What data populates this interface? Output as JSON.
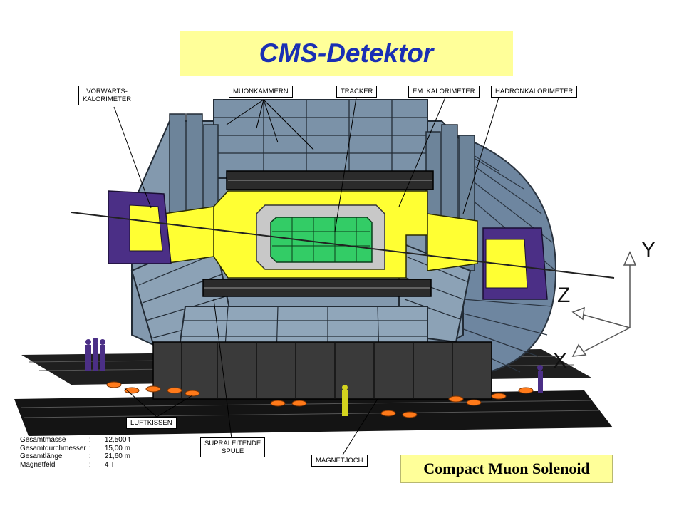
{
  "title": "CMS-Detektor",
  "subtitle": "Compact Muon Solenoid",
  "callouts": {
    "forward_calorimeter": [
      "VORWÄRTS-",
      "KALORIMETER"
    ],
    "muon_chambers": "MÜONKAMMERN",
    "tracker": "TRACKER",
    "em_calorimeter": "EM. KALORIMETER",
    "hadron_calorimeter": "HADRONKALORIMETER",
    "air_cushions": "LUFTKISSEN",
    "superconducting_coil": [
      "SUPRALEITENDE",
      "SPULE"
    ],
    "magnet_yoke": "MAGNETJOCH"
  },
  "specs": [
    {
      "label": "Gesamtmasse",
      "sep": ":",
      "value": "12,500 t"
    },
    {
      "label": "Gesamtdurchmesser",
      "sep": ":",
      "value": "15,00 m"
    },
    {
      "label": "Gesamtlänge",
      "sep": ":",
      "value": "21,60 m"
    },
    {
      "label": "Magnetfeld",
      "sep": ":",
      "value": "4 T"
    }
  ],
  "axes": {
    "y": "Y",
    "z": "Z",
    "x": "X"
  },
  "colors": {
    "title_bg": "#ffff99",
    "title_text": "#1a2fb4",
    "muon_steel": "#7f96ab",
    "calorimeter_yellow": "#ffff33",
    "tracker_green": "#33cc66",
    "forward_purple": "#4b2f86",
    "rail_black": "#1a1a1a",
    "air_cushion_orange": "#ff7a1a"
  }
}
